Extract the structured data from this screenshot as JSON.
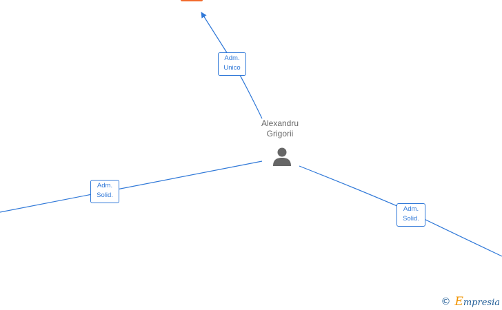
{
  "person": {
    "name_line1": "Alexandru",
    "name_line2": "Grigorii",
    "icon": "person-icon"
  },
  "relations": [
    {
      "line1": "Adm.",
      "line2": "Unico"
    },
    {
      "line1": "Adm.",
      "line2": "Solid."
    },
    {
      "line1": "Adm.",
      "line2": "Solid."
    }
  ],
  "colors": {
    "edge": "#2f78d8",
    "person_icon": "#666666",
    "company_node": "#f26b2d",
    "brand_text": "#1f5c96",
    "brand_accent": "#f29400"
  },
  "footer": {
    "copyright_symbol": "©",
    "brand_initial": "E",
    "brand_rest": "mpresia"
  }
}
